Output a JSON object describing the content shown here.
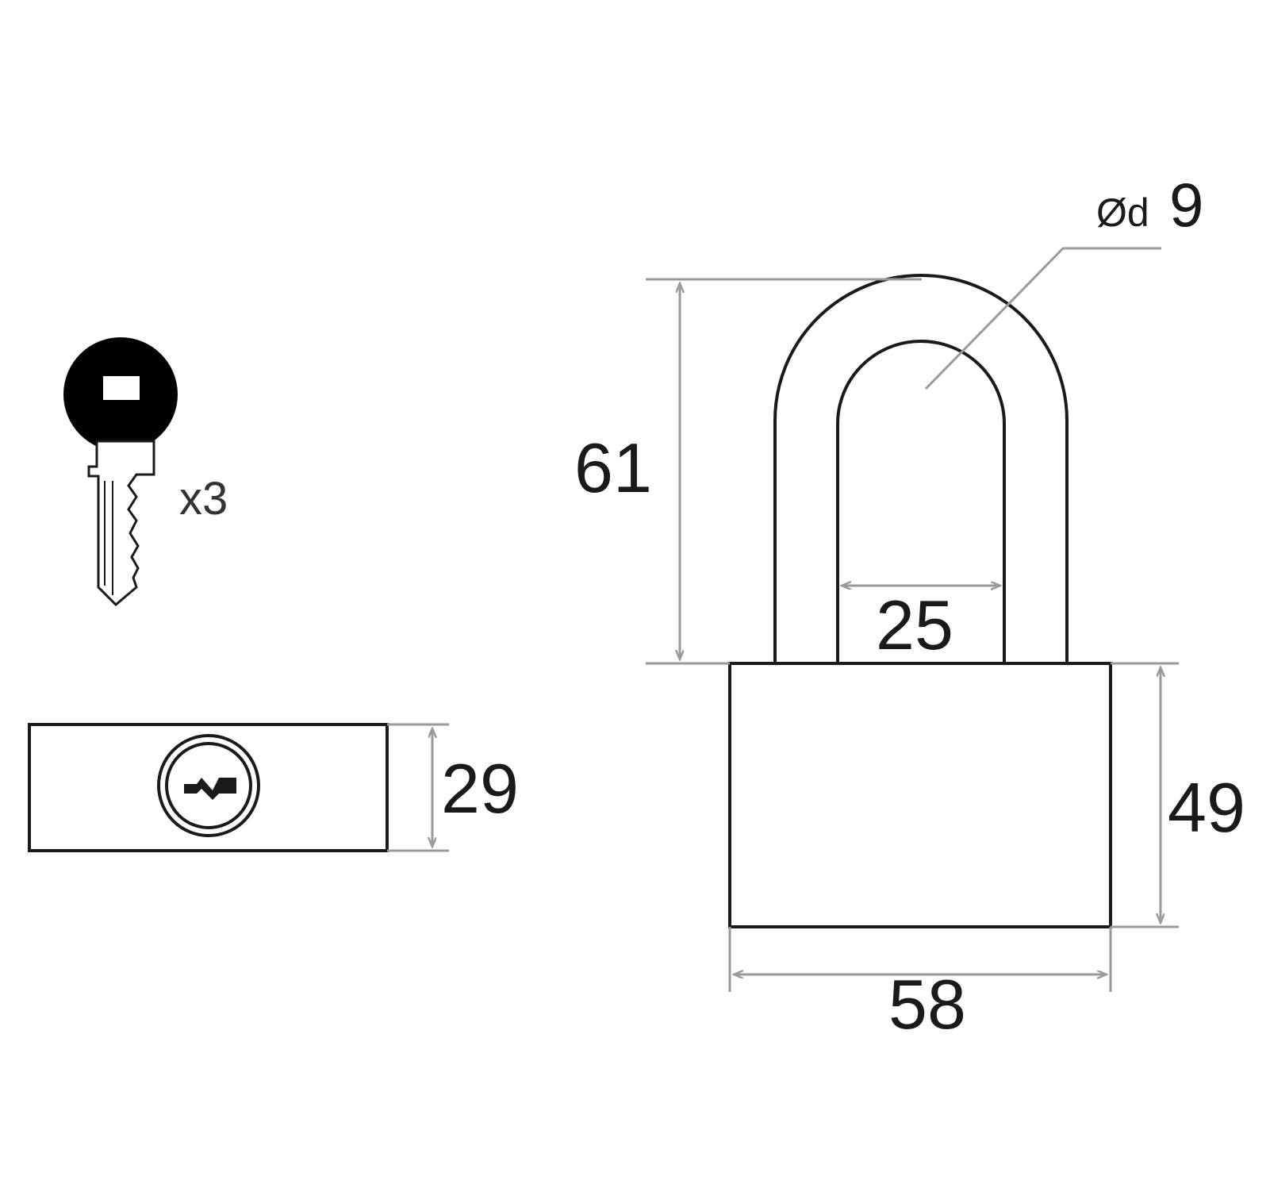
{
  "key_view": {
    "quantity_label": "x3"
  },
  "top_view": {
    "thickness_label": "29"
  },
  "front_view": {
    "shackle_height_label": "61",
    "shackle_inner_width_label": "25",
    "body_height_label": "49",
    "body_width_label": "58",
    "shackle_diameter_prefix": "Ød",
    "shackle_diameter_value": "9"
  },
  "colors": {
    "outline": "#1a1a1a",
    "dimension_lines": "#9a9a9a",
    "background": "#ffffff"
  }
}
